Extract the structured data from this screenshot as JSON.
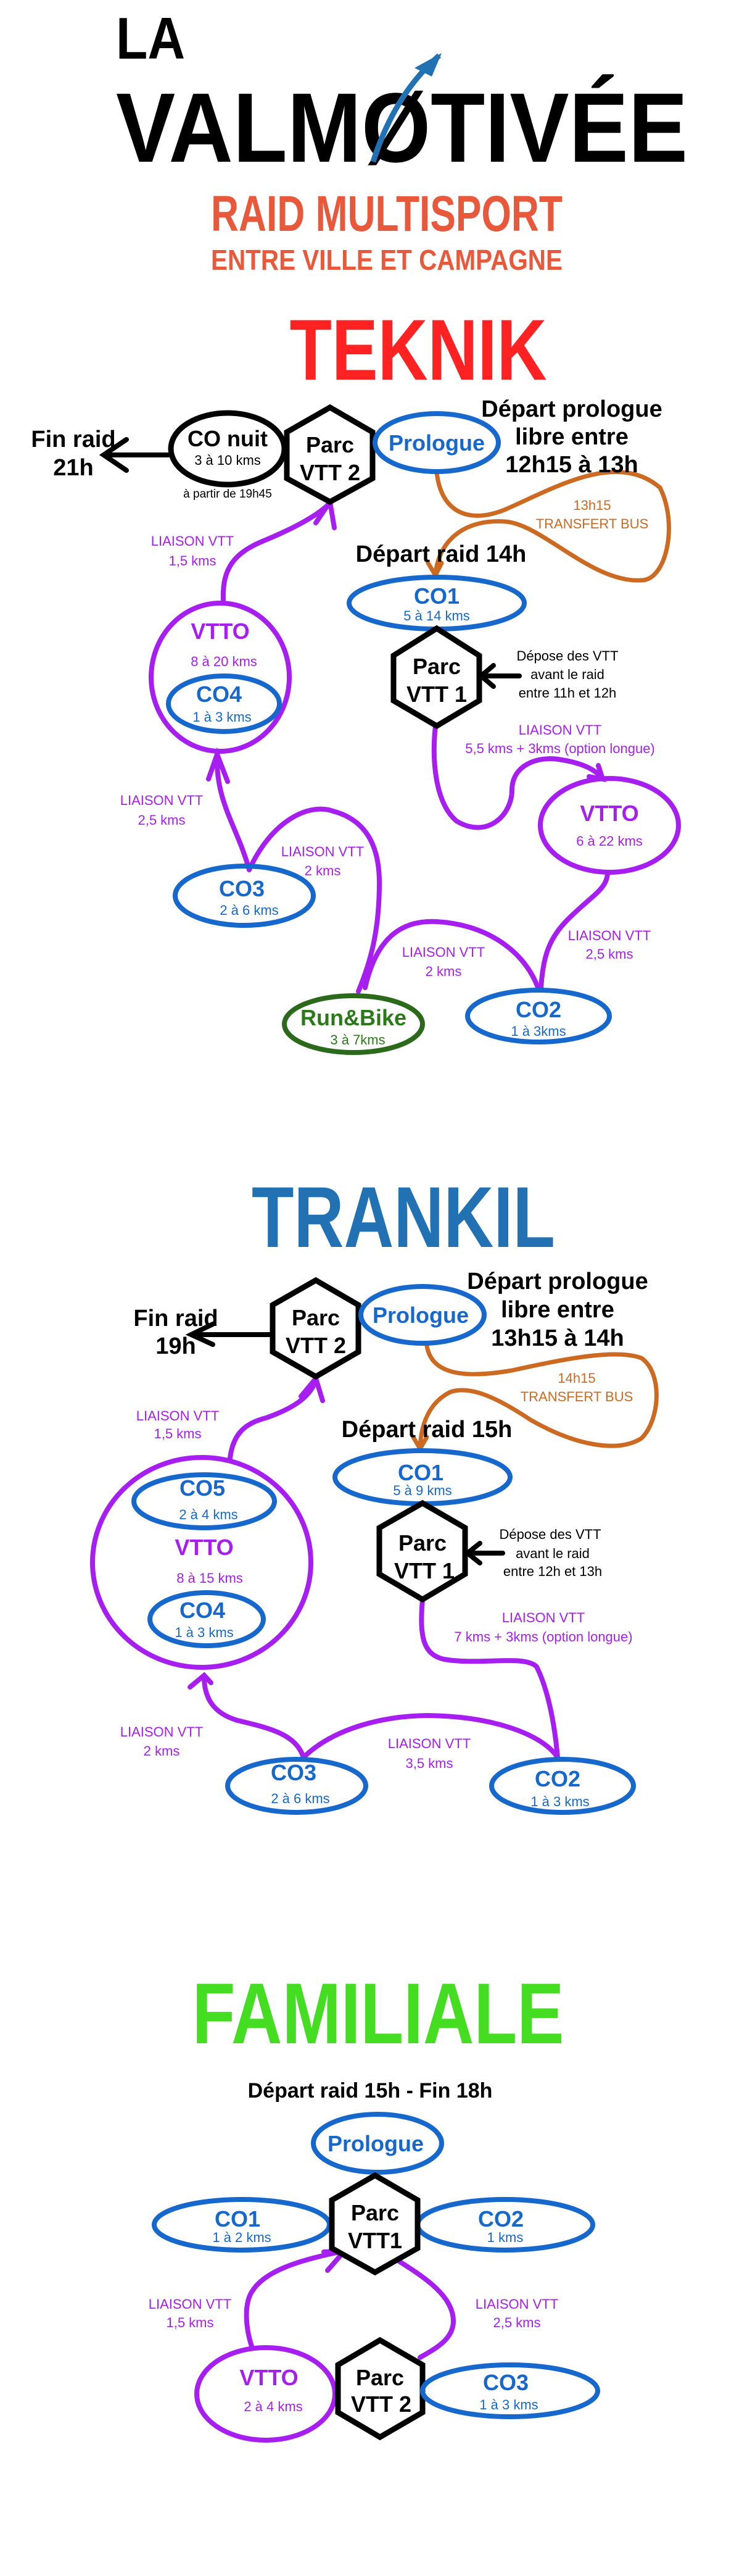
{
  "logo": {
    "line1": "LA",
    "line2": "VALMØTIVÉE",
    "tagline": "RAID MULTISPORT",
    "subtagline": "ENTRE VILLE ET CAMPAGNE",
    "colors": {
      "text": "#000000",
      "arrow": "#2271b3",
      "tagline": "#e8583a"
    }
  },
  "teknik": {
    "title": "TEKNIK",
    "color": "#ff2222",
    "fin_raid": [
      "Fin raid",
      "21h"
    ],
    "co_nuit": {
      "name": "CO nuit",
      "dist": "3 à 10 kms",
      "note": "à partir de 19h45"
    },
    "parc2": [
      "Parc",
      "VTT 2"
    ],
    "prologue": "Prologue",
    "depart_prologue": [
      "Départ prologue",
      "libre entre",
      "12h15 à 13h"
    ],
    "bus": [
      "13h15",
      "TRANSFERT BUS"
    ],
    "depart_raid": "Départ raid 14h",
    "co1": {
      "name": "CO1",
      "dist": "5 à 14 kms"
    },
    "parc1": [
      "Parc",
      "VTT 1"
    ],
    "depose": [
      "Dépose des VTT",
      "avant le raid",
      "entre 11h et 12h"
    ],
    "liaison_parc1_vtto": [
      "LIAISON VTT",
      "5,5 kms + 3kms (option longue)"
    ],
    "vtto_right": {
      "name": "VTTO",
      "dist": "6 à 22 kms"
    },
    "liaison_vtto_co2": [
      "LIAISON VTT",
      "2,5 kms"
    ],
    "co2": {
      "name": "CO2",
      "dist": "1 à 3kms"
    },
    "liaison_co2_runbike": [
      "LIAISON VTT",
      "2 kms"
    ],
    "runbike": {
      "name": "Run&Bike",
      "dist": "3 à 7kms"
    },
    "liaison_runbike_co3": [
      "LIAISON VTT",
      "2 kms"
    ],
    "co3": {
      "name": "CO3",
      "dist": "2 à 6 kms"
    },
    "liaison_co3_vtto": [
      "LIAISON VTT",
      "2,5 kms"
    ],
    "vtto_left": {
      "name": "VTTO",
      "dist": "8 à 20 kms"
    },
    "co4": {
      "name": "CO4",
      "dist": "1 à 3 kms"
    },
    "liaison_vtto_parc2": [
      "LIAISON VTT",
      "1,5 kms"
    ]
  },
  "trankil": {
    "title": "TRANKIL",
    "color": "#2271b3",
    "fin_raid": [
      "Fin raid",
      "19h"
    ],
    "parc2": [
      "Parc",
      "VTT 2"
    ],
    "prologue": "Prologue",
    "depart_prologue": [
      "Départ prologue",
      "libre entre",
      "13h15 à 14h"
    ],
    "bus": [
      "14h15",
      "TRANSFERT BUS"
    ],
    "depart_raid": "Départ raid 15h",
    "co1": {
      "name": "CO1",
      "dist": "5 à 9 kms"
    },
    "parc1": [
      "Parc",
      "VTT 1"
    ],
    "depose": [
      "Dépose des VTT",
      "avant le raid",
      "entre 12h et 13h"
    ],
    "liaison_parc1_co2": [
      "LIAISON VTT",
      "7 kms + 3kms (option longue)"
    ],
    "co2": {
      "name": "CO2",
      "dist": "1 à 3 kms"
    },
    "liaison_co2_co3": [
      "LIAISON VTT",
      "3,5 kms"
    ],
    "co3": {
      "name": "CO3",
      "dist": "2 à 6 kms"
    },
    "liaison_co3_vtto": [
      "LIAISON VTT",
      "2 kms"
    ],
    "vtto": {
      "name": "VTTO",
      "dist": "8 à 15 kms"
    },
    "co5": {
      "name": "CO5",
      "dist": "2 à 4 kms"
    },
    "co4": {
      "name": "CO4",
      "dist": "1 à 3 kms"
    },
    "liaison_vtto_parc2": [
      "LIAISON VTT",
      "1,5 kms"
    ]
  },
  "familiale": {
    "title": "FAMILIALE",
    "color": "#44dd22",
    "schedule": "Départ raid 15h - Fin 18h",
    "prologue": "Prologue",
    "parc1": [
      "Parc",
      "VTT1"
    ],
    "co1": {
      "name": "CO1",
      "dist": "1 à 2 kms"
    },
    "co2": {
      "name": "CO2",
      "dist": "1 kms"
    },
    "parc2": [
      "Parc",
      "VTT 2"
    ],
    "vtto": {
      "name": "VTTO",
      "dist": "2 à 4 kms"
    },
    "co3": {
      "name": "CO3",
      "dist": "1 à 3 kms"
    },
    "liaison_vtto_parc1": [
      "LIAISON VTT",
      "1,5 kms"
    ],
    "liaison_parc1_parc2": [
      "LIAISON VTT",
      "2,5 kms"
    ]
  }
}
